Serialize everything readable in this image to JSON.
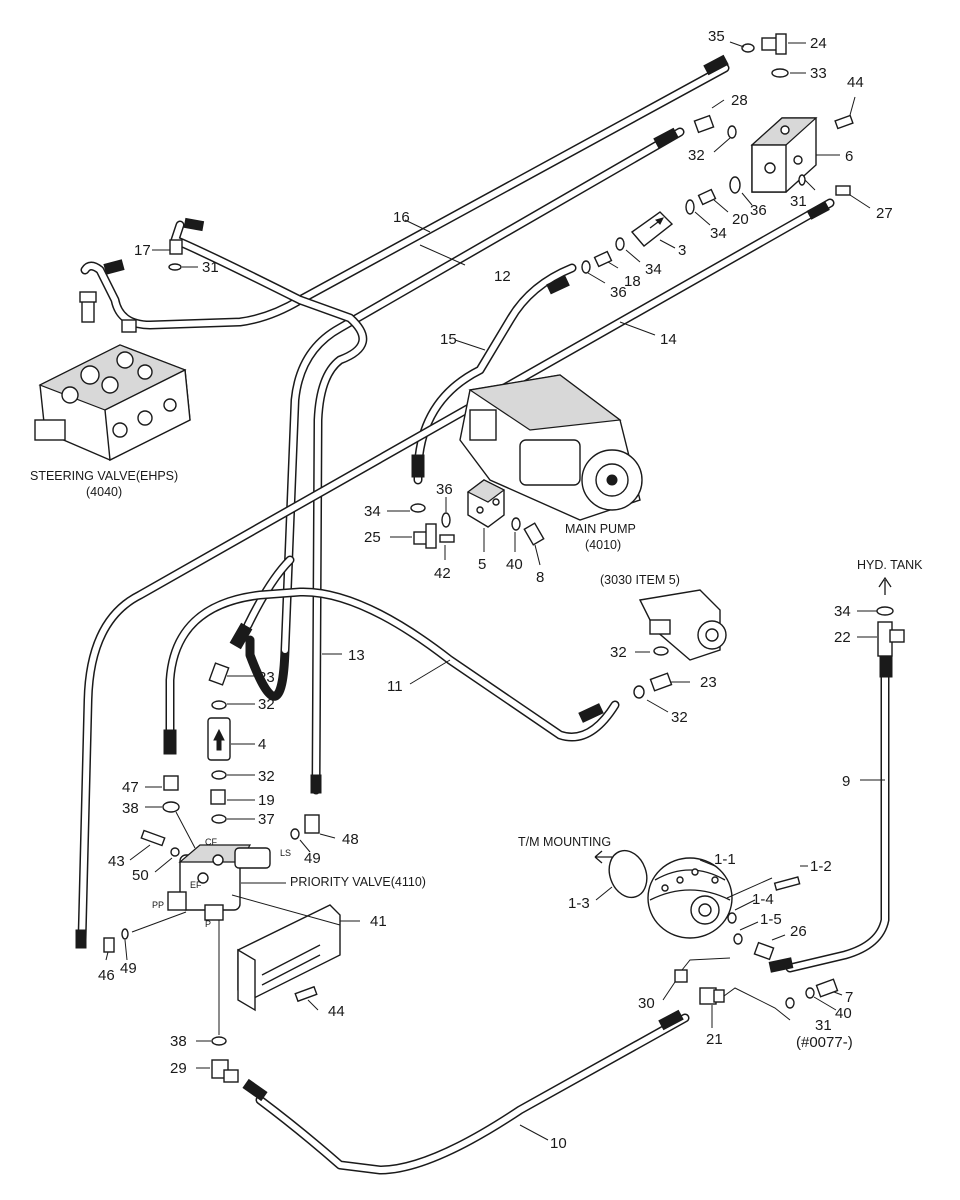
{
  "labels": {
    "steering_valve": "STEERING VALVE(EHPS)",
    "steering_valve_code": "(4040)",
    "main_pump": "MAIN PUMP",
    "main_pump_code": "(4010)",
    "priority_valve": "PRIORITY VALVE(4110)",
    "hyd_tank": "HYD. TANK",
    "item_ref": "(3030 ITEM 5)",
    "tm_mounting": "T/M MOUNTING",
    "serial_note": "(#0077-)",
    "port_cf": "CF",
    "port_ef": "EF",
    "port_ls": "LS",
    "port_pp": "PP",
    "port_p": "P"
  },
  "callouts": {
    "n1": "35",
    "n2": "24",
    "n3": "33",
    "n4": "44",
    "n5": "28",
    "n6": "32",
    "n7": "6",
    "n8": "36",
    "n9": "31",
    "n10": "27",
    "n11": "20",
    "n12": "34",
    "n13": "16",
    "n14": "3",
    "n15": "17",
    "n16": "31",
    "n17": "12",
    "n18": "34",
    "n19": "18",
    "n20": "36",
    "n21": "14",
    "n22": "15",
    "n23": "36",
    "n24": "34",
    "n25": "25",
    "n26": "42",
    "n27": "5",
    "n28": "40",
    "n29": "8",
    "n30": "13",
    "n31": "23",
    "n32": "32",
    "n33": "4",
    "n34": "32",
    "n35": "11",
    "n36": "32",
    "n37": "23",
    "n38": "32",
    "n39": "34",
    "n40": "22",
    "n41": "9",
    "n42": "47",
    "n43": "38",
    "n44": "19",
    "n45": "37",
    "n46": "48",
    "n47": "49",
    "n48": "43",
    "n49": "50",
    "n50": "41",
    "n51": "46",
    "n52": "49",
    "n53": "44",
    "n54": "38",
    "n55": "29",
    "n56": "10",
    "n57": "1-1",
    "n58": "1-2",
    "n59": "1-3",
    "n60": "1-4",
    "n61": "1-5",
    "n62": "26",
    "n63": "30",
    "n64": "21",
    "n65": "31",
    "n66": "40",
    "n67": "7"
  }
}
